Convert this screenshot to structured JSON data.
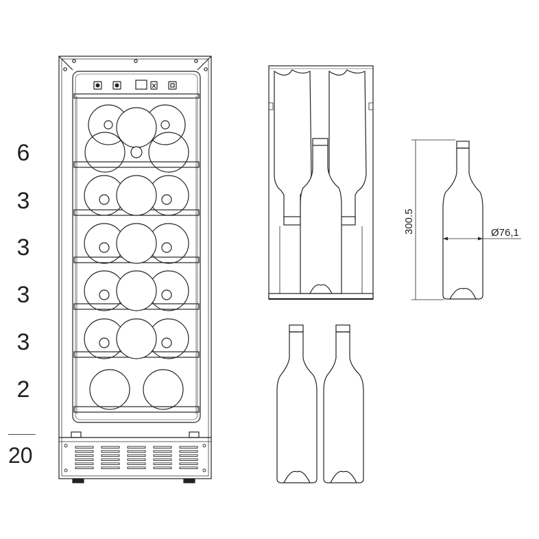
{
  "shelf_counts": [
    "6",
    "3",
    "3",
    "3",
    "3",
    "2"
  ],
  "total": "20",
  "bottle_height_label": "300.5",
  "bottle_diameter_label": "Ø76,1",
  "colors": {
    "line": "#222222",
    "background": "#ffffff"
  }
}
